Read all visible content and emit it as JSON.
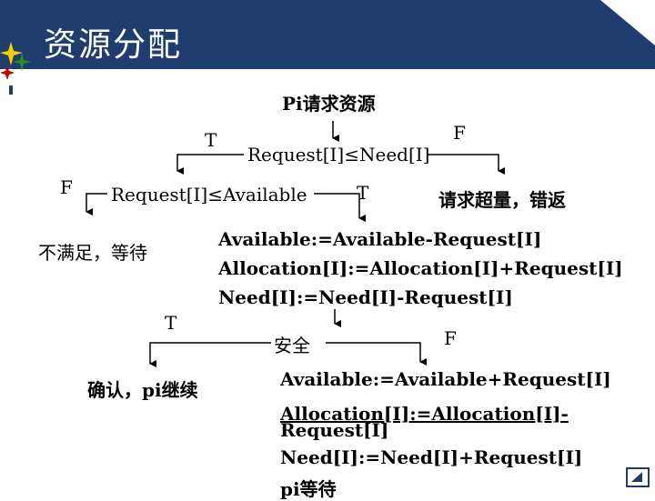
{
  "slide": {
    "title": "资源分配",
    "colors": {
      "header": "#1f3d6e",
      "accent_red": "#c00000",
      "accent_green": "#2e8b2e",
      "accent_yellow": "#f5d000"
    }
  },
  "diagram": {
    "start_node": "Pi请求资源",
    "condition1": "Request[I]≤Need[I]",
    "condition1_true": "T",
    "condition1_false": "F",
    "error_node": "请求超量，错返",
    "condition2": "Request[I]≤Available",
    "condition2_true": "T",
    "condition2_false": "F",
    "wait_node": "不满足，等待",
    "allocation_steps": [
      "Available:=Available-Request[I]",
      "Allocation[I]:=Allocation[I]+Request[I]",
      "Need[I]:=Need[I]-Request[I]"
    ],
    "safety_check": "安全",
    "safety_true": "T",
    "safety_false": "F",
    "confirm_node": "确认，pi继续",
    "rollback_steps": [
      "Available:=Available+Request[I]",
      "Allocation[I]:=Allocation[I]-",
      "Request[I]",
      "Need[I]:=Need[I]+Request[I]",
      "pi等待"
    ]
  }
}
